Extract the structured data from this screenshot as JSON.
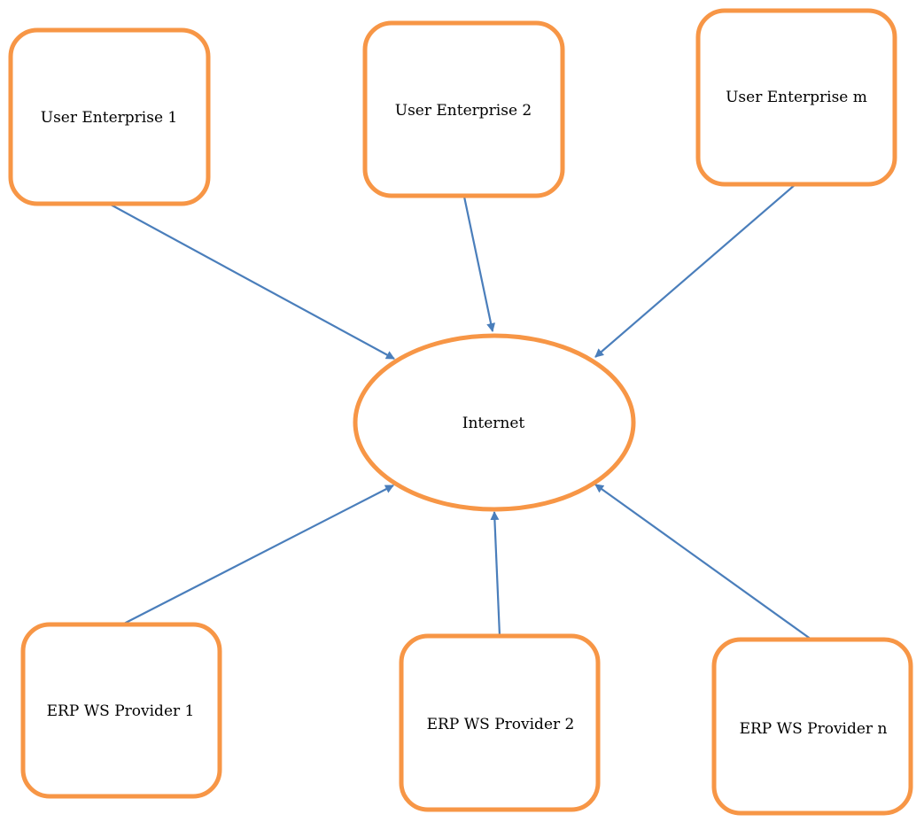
{
  "colors": {
    "node_stroke": "#F79646",
    "node_fill": "#FFFFFF",
    "arrow": "#4A7EBB"
  },
  "hub": {
    "label": "Internet",
    "shape": "ellipse"
  },
  "user_enterprises": [
    {
      "label": "User Enterprise 1"
    },
    {
      "label": "User Enterprise 2"
    },
    {
      "label": "User Enterprise m"
    }
  ],
  "providers": [
    {
      "label": "ERP WS Provider 1"
    },
    {
      "label": "ERP WS Provider 2"
    },
    {
      "label": "ERP WS Provider n"
    }
  ]
}
